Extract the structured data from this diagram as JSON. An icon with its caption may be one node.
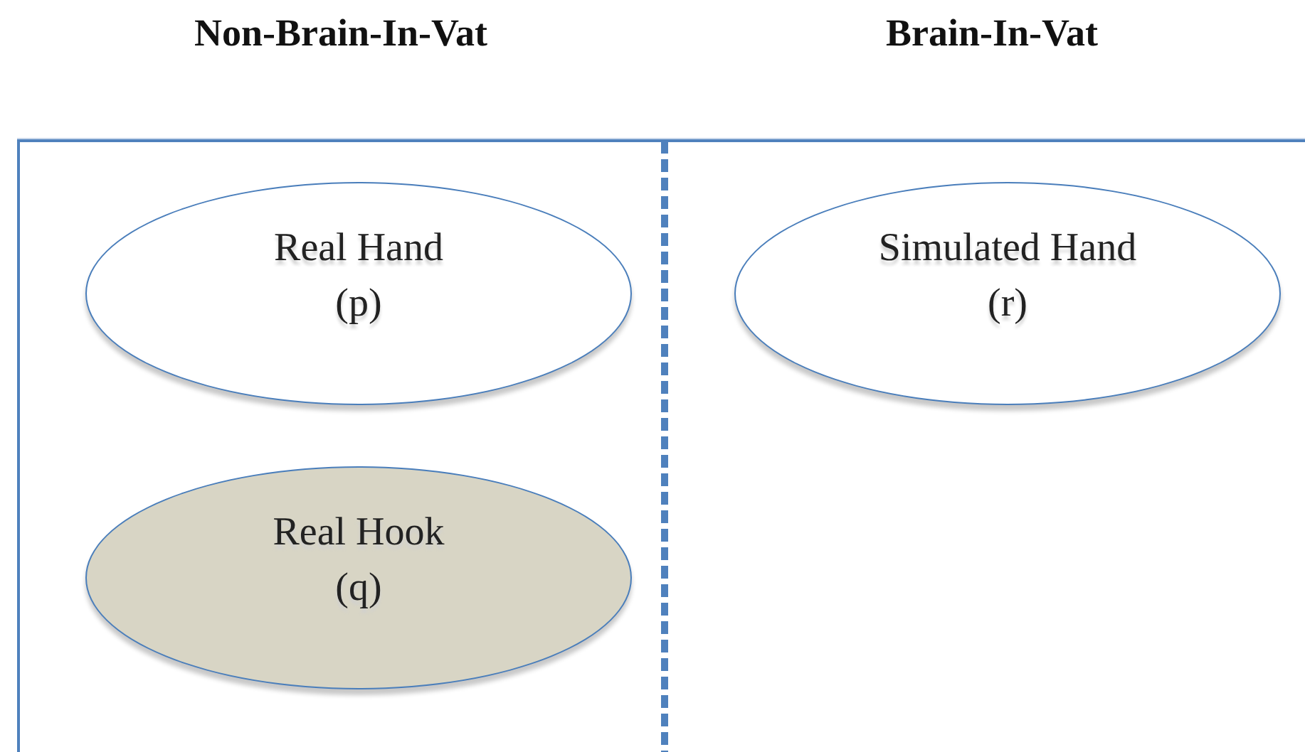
{
  "diagram": {
    "nodes": [
      {
        "text": [
          "Non-Brain-In-Vat"
        ]
      },
      {
        "text": [
          "Real Hand",
          "(p)"
        ],
        "in": 0
      },
      {
        "text": [
          "Real Hook",
          "(q)"
        ],
        "in": 0
      },
      {
        "text": [
          "Brain-In-Vat"
        ]
      },
      {
        "text": [
          "Simulated Hand",
          "(r)"
        ],
        "in": 3
      }
    ]
  }
}
